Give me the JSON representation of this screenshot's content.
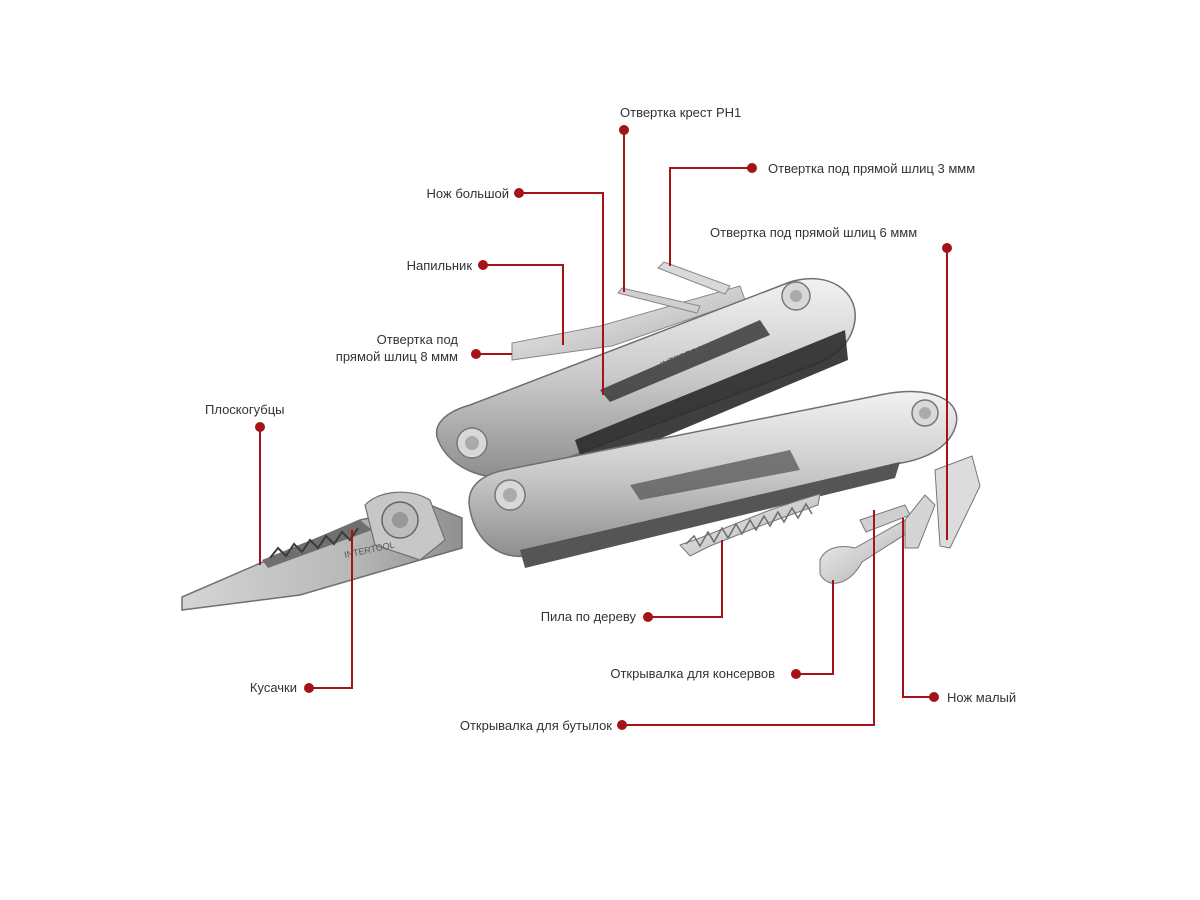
{
  "colors": {
    "leader": "#a31318",
    "text": "#333333",
    "steel_light": "#e6e6e6",
    "steel_mid": "#bdbdbd",
    "steel_dark": "#7c7c7c",
    "liner": "#2a2a2a"
  },
  "tool": {
    "brand": "INTERTOOL"
  },
  "labels": {
    "phillips_ph1": "Отвертка крест РН1",
    "flat_3mm": "Отвертка под прямой шлиц 3 ммм",
    "large_knife": "Нож большой",
    "flat_6mm": "Отвертка под прямой шлиц 6 ммм",
    "file": "Напильник",
    "flat_8mm": "Отвертка под\nпрямой шлиц 8 ммм",
    "pliers": "Плоскогубцы",
    "wood_saw": "Пила по дереву",
    "can_opener": "Открывалка для консервов",
    "small_knife": "Нож малый",
    "cutters": "Кусачки",
    "bottle_opener": "Открывалка для бутылок"
  }
}
